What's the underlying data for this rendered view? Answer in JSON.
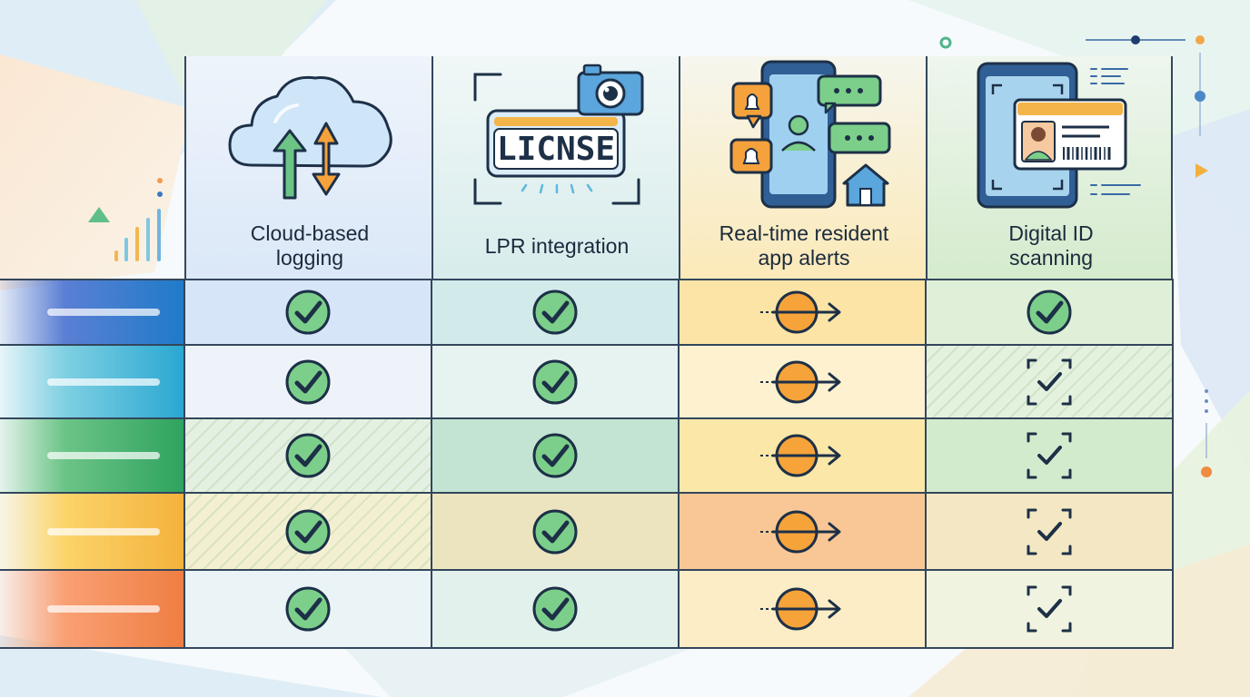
{
  "columns": [
    {
      "label": "Cloud-based\nlogging",
      "icon": "cloud-sync-icon",
      "tint": "#dce9f8"
    },
    {
      "label": "LPR integration",
      "icon": "license-plate-camera-icon",
      "tint": "#dcefef"
    },
    {
      "label": "Real-time resident\napp alerts",
      "icon": "phone-alerts-icon",
      "tint": "#fbefcd"
    },
    {
      "label": "Digital ID\nscanning",
      "icon": "id-scan-tablet-icon",
      "tint": "#e3f1dd"
    }
  ],
  "license_plate_text": "LICNSE",
  "rows": [
    {
      "color_start": "#5b7fd4",
      "color_end": "#1f7bc9",
      "cells": [
        "check",
        "check",
        "arrow",
        "check"
      ],
      "tints": [
        "#d6e6f8",
        "#d2eaea",
        "#fbe4a6",
        "#e0f0d8"
      ],
      "hatch": [
        false,
        false,
        false,
        false
      ]
    },
    {
      "color_start": "#7fd0e2",
      "color_end": "#2aa7d2",
      "cells": [
        "check",
        "check",
        "arrow",
        "bracket-check"
      ],
      "tints": [
        "#edf3f9",
        "#e7f3f1",
        "#fdf1d0",
        "#e4f1de"
      ],
      "hatch": [
        false,
        false,
        false,
        true
      ]
    },
    {
      "color_start": "#6cc487",
      "color_end": "#2fa35f",
      "cells": [
        "check",
        "check",
        "arrow",
        "bracket-check"
      ],
      "tints": [
        "#e4f1e2",
        "#c4e4d3",
        "#fbe8a8",
        "#d3ebcd"
      ],
      "hatch": [
        true,
        false,
        false,
        false
      ]
    },
    {
      "color_start": "#fbd46a",
      "color_end": "#f4b23c",
      "cells": [
        "check",
        "check",
        "arrow",
        "bracket-check"
      ],
      "tints": [
        "#f3f0d2",
        "#ebe4bf",
        "#f9c795",
        "#f3e8c3"
      ],
      "hatch": [
        true,
        false,
        false,
        false
      ]
    },
    {
      "color_start": "#f9a074",
      "color_end": "#ef7e43",
      "cells": [
        "check",
        "check",
        "arrow",
        "bracket-check"
      ],
      "tints": [
        "#eaf3f6",
        "#e3f1ec",
        "#fcedc6",
        "#f0f3df"
      ],
      "hatch": [
        false,
        false,
        false,
        false
      ]
    }
  ],
  "colors": {
    "check_fill": "#7ccf8a",
    "check_stroke": "#1d3047",
    "arrow_fill": "#f6a33a",
    "grid": "#33465c"
  }
}
